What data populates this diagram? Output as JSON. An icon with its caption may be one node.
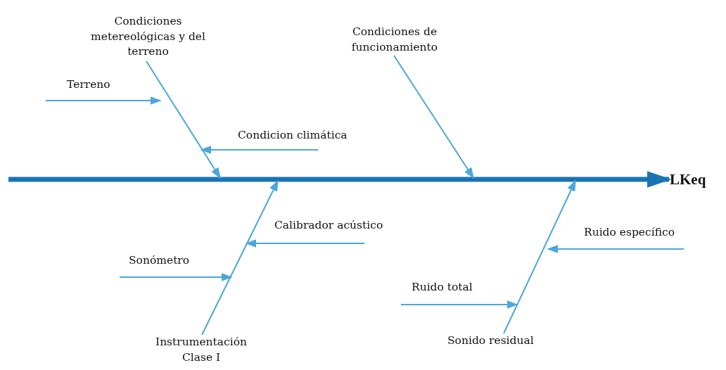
{
  "diagram": {
    "nodes": [
      {
        "text": [
          "Condiciones metereológicas y del terreno"
        ]
      },
      {
        "text": [
          "Terreno"
        ]
      },
      {
        "text": [
          "Condicion climática"
        ]
      },
      {
        "text": [
          "Condiciones de funcionamiento"
        ]
      },
      {
        "text": [
          "Calibrador acústico"
        ]
      },
      {
        "text": [
          "Ruido específico"
        ]
      },
      {
        "text": [
          "Sonómetro"
        ]
      },
      {
        "text": [
          "Ruido total"
        ]
      },
      {
        "text": [
          "Instrumentación Clase I"
        ]
      },
      {
        "text": [
          "Sonido residual"
        ]
      },
      {
        "text": [
          "LKeq"
        ]
      }
    ],
    "edges": [
      {
        "from": null,
        "to": 10,
        "arrow": "to",
        "style": "thick",
        "color": "#1a74b3"
      },
      {
        "from": 0,
        "to": null,
        "arrow": "to"
      },
      {
        "from": 1,
        "to": null,
        "arrow": "to"
      },
      {
        "from": 2,
        "to": null,
        "arrow": "to"
      },
      {
        "from": 3,
        "to": null,
        "arrow": "to"
      },
      {
        "from": 8,
        "to": null,
        "arrow": "to"
      },
      {
        "from": 4,
        "to": null,
        "arrow": "to"
      },
      {
        "from": 6,
        "to": null,
        "arrow": "to"
      },
      {
        "from": 9,
        "to": null,
        "arrow": "to"
      },
      {
        "from": 7,
        "to": null,
        "arrow": "to"
      },
      {
        "from": 5,
        "to": null,
        "arrow": "to"
      }
    ]
  }
}
